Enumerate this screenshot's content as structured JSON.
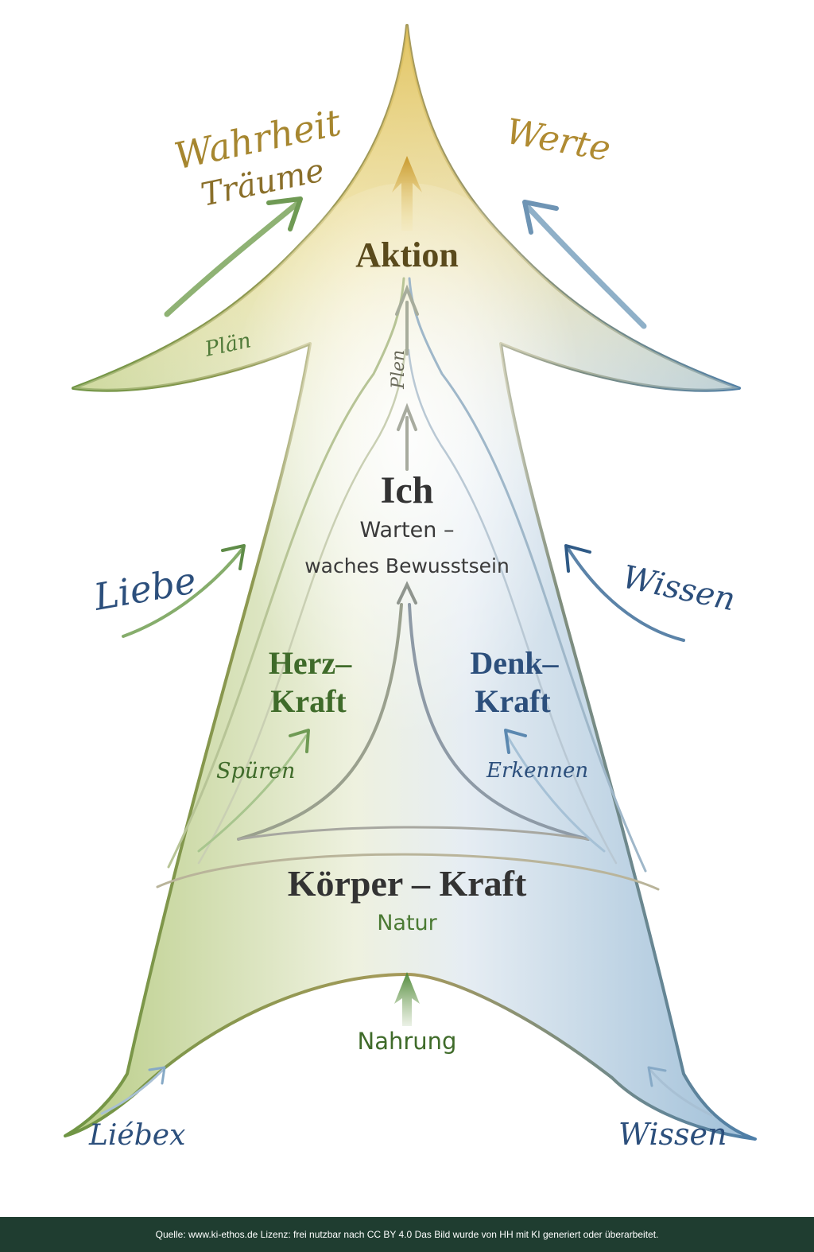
{
  "labels": {
    "wahrheit": "Wahrheit",
    "traeume": "Träume",
    "werte": "Werte",
    "aktion": "Aktion",
    "plan_left": "Plän",
    "plan_center": "Plen",
    "ich": "Ich",
    "warten": "Warten –",
    "waches_bewusstsein": "waches Bewusstsein",
    "liebe_mid": "Liebe",
    "wissen_mid": "Wissen",
    "herz_line1": "Herz–",
    "herz_line2": "Kraft",
    "denk_line1": "Denk–",
    "denk_line2": "Kraft",
    "spueren": "Spüren",
    "erkennen": "Erkennen",
    "koerper_kraft": "Körper – Kraft",
    "natur": "Natur",
    "nahrung": "Nahrung",
    "liebe_bottom": "Liébex",
    "wissen_bottom": "Wissen"
  },
  "footer": {
    "source": "Quelle: www.ki-ethos.de Lizenz: frei nutzbar nach CC BY 4.0 Das Bild wurde von HH mit KI generiert oder überarbeitet."
  },
  "colors": {
    "gold": "#a6862f",
    "olive_dark": "#5a4a1c",
    "green": "#3f6b2a",
    "green_light": "#8ab06a",
    "blue": "#2c4f7c",
    "blue_light": "#7fa2c2",
    "gray_text": "#3a3a3a",
    "footer_bg": "#1f3d30"
  }
}
